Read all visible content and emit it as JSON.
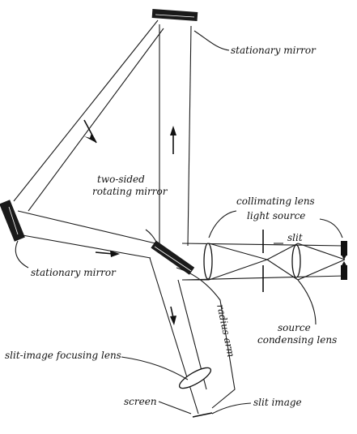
{
  "diagram": {
    "labels": {
      "stationary_mirror_top": "stationary mirror",
      "two_sided_line1": "two-sided",
      "two_sided_line2": "rotating mirror",
      "collimating_lens": "collimating lens",
      "light_source": "light source",
      "slit": "slit",
      "stationary_mirror_left": "stationary mirror",
      "source_line1": "source",
      "source_line2": "condensing lens",
      "radius_arm": "radius arm",
      "focusing_lens": "slit-image focusing lens",
      "screen": "screen",
      "slit_image": "slit image"
    }
  }
}
